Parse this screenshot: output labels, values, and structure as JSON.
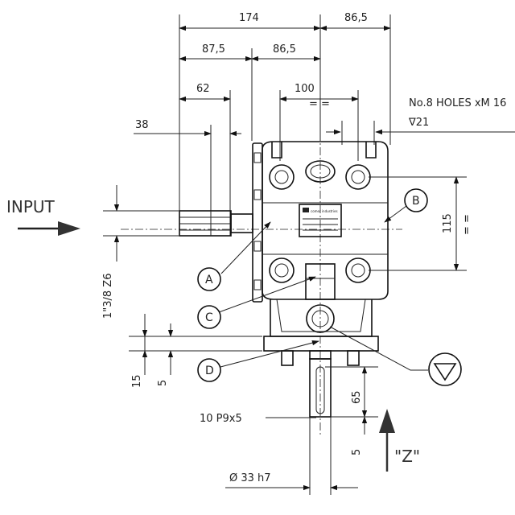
{
  "input_label": "INPUT",
  "dims": {
    "d174": "174",
    "d86_5_top": "86,5",
    "d87_5": "87,5",
    "d86_5_mid": "86,5",
    "d62": "62",
    "d100": "100",
    "d100_eq": "= =",
    "d38": "38",
    "d115": "115",
    "d115_eq": "= =",
    "d_spline": "1\"3/8 Z6",
    "d15": "15",
    "d5_left": "5",
    "d65": "65",
    "d5_right": "5",
    "d_shaft": "Ø  33 h7"
  },
  "notes": {
    "holes": "No.8 HOLES xM 16",
    "depth": "∇21",
    "key": "10 P9x5",
    "output": "\"Z\""
  },
  "callouts": {
    "a": "A",
    "b": "B",
    "c": "C",
    "d": "D"
  },
  "nameplate": {
    "brand": "comer industries"
  }
}
